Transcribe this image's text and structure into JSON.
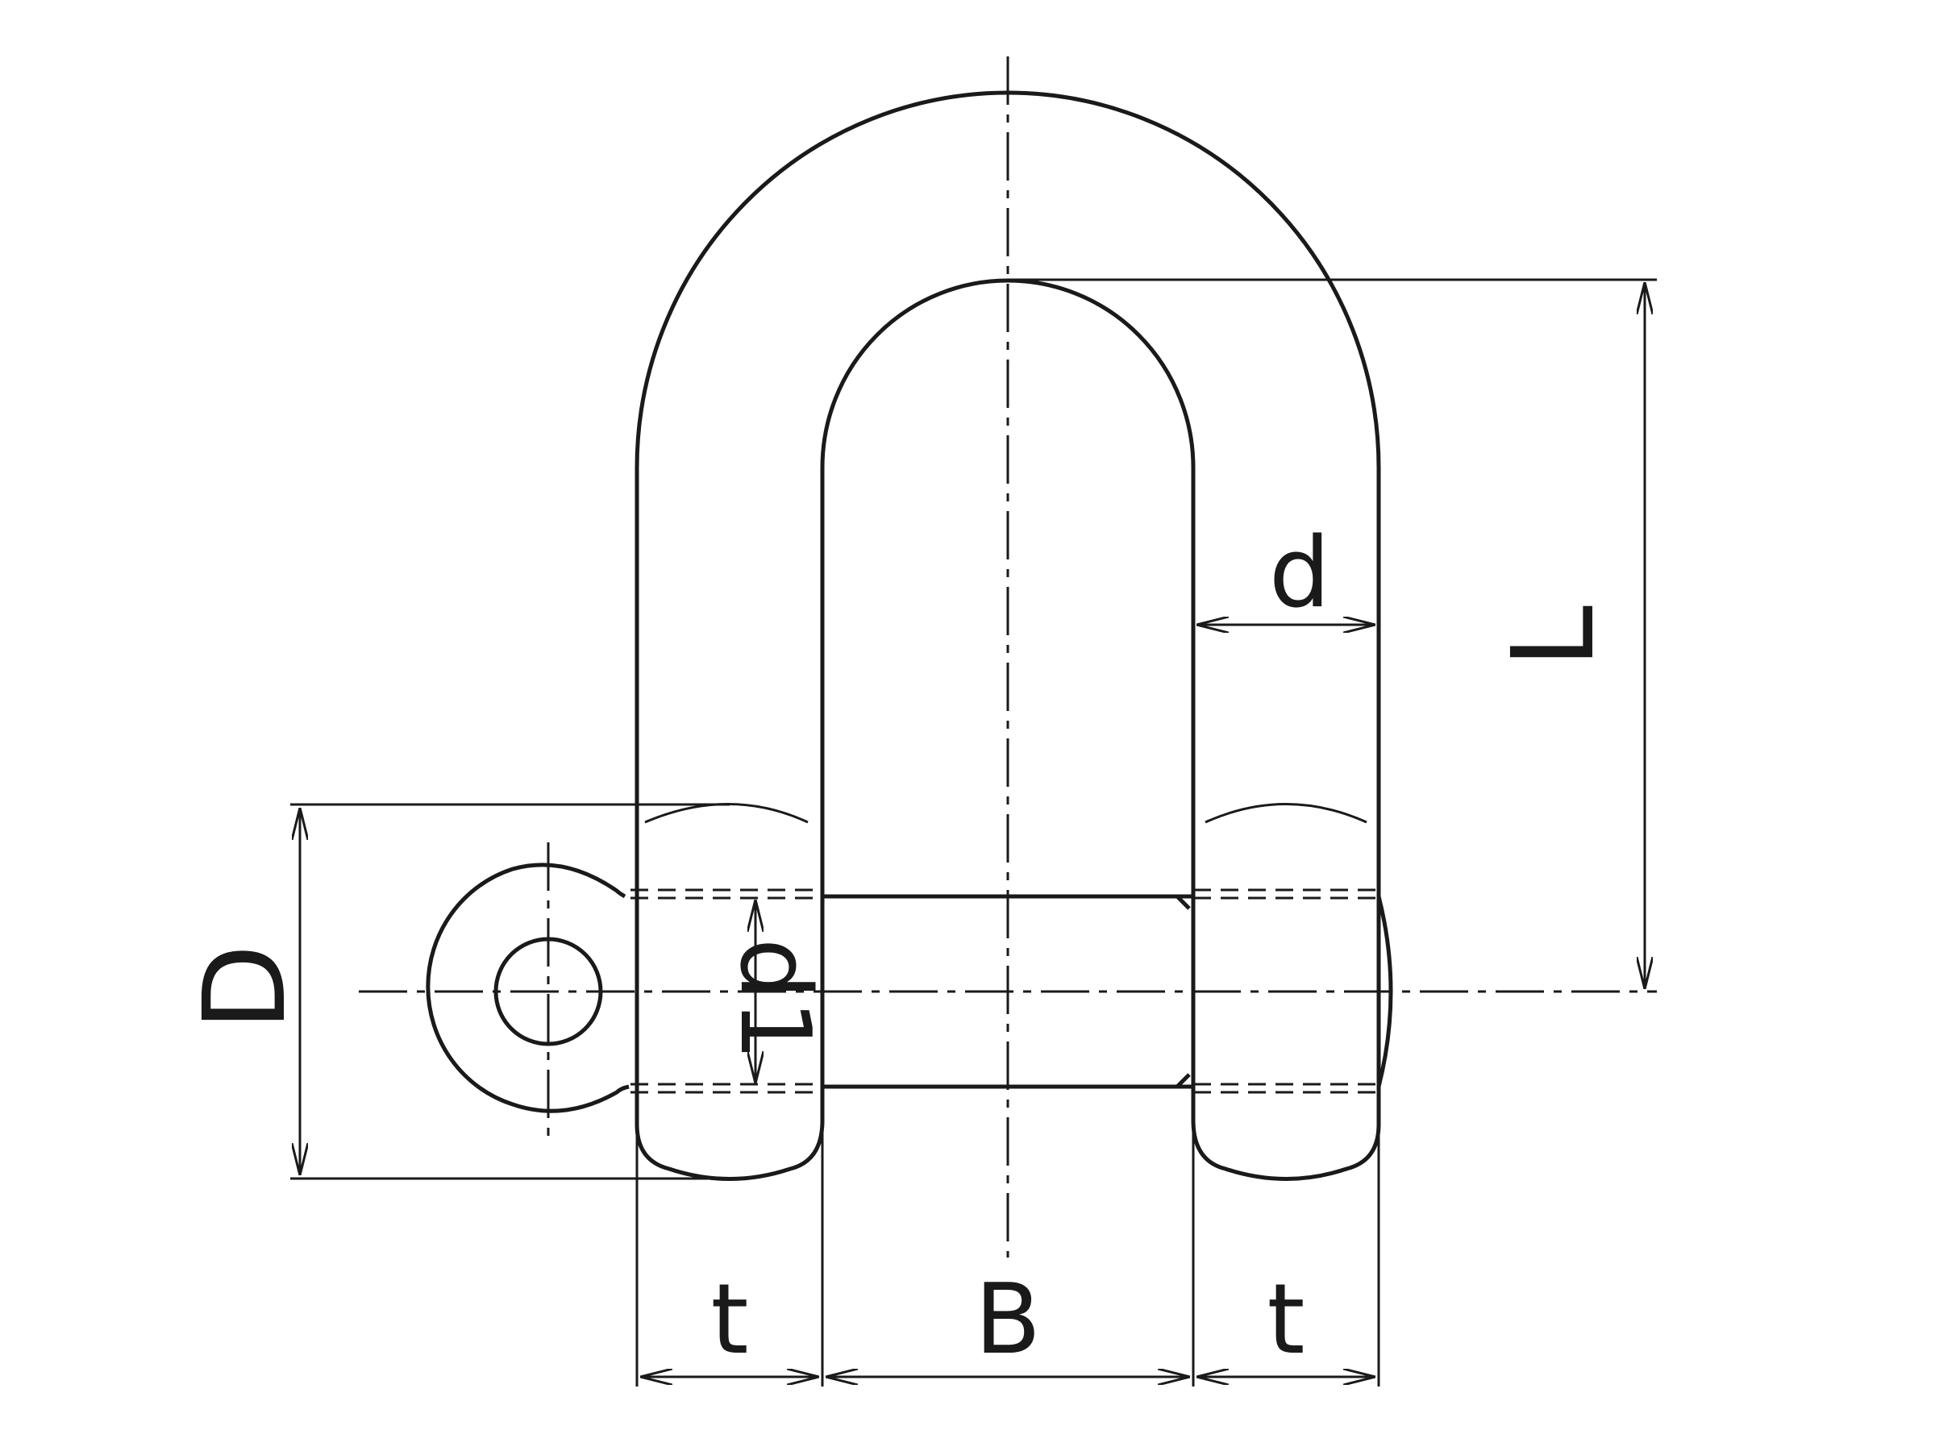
{
  "diagram": {
    "labels": {
      "d": "d",
      "L": "L",
      "D": "D",
      "d1": "d1",
      "t_left": "t",
      "B": "B",
      "t_right": "t"
    },
    "colors": {
      "stroke": "#1a1a1a",
      "background": "#ffffff"
    }
  }
}
